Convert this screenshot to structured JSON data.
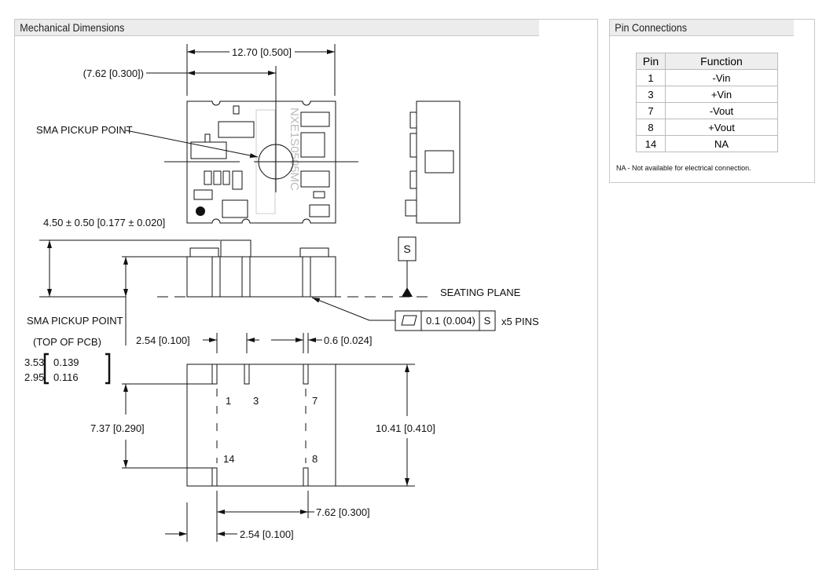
{
  "mechanical": {
    "title": "Mechanical Dimensions",
    "labels": {
      "width": "12.70 [0.500]",
      "pickup_offset": "(7.62 [0.300])",
      "sma_pickup": "SMA PICKUP POINT",
      "height": "4.50 ± 0.50 [0.177 ± 0.020]",
      "datum": "S",
      "seating_plane": "SEATING PLANE",
      "sma_pickup2": "SMA PICKUP POINT",
      "top_of_pcb": "(TOP OF PCB)",
      "tol_value": "0.1 (0.004)",
      "tol_datum": "S",
      "x5_pins": "x5 PINS",
      "pin_pitch_top": "2.54 [0.100]",
      "pin_width": "0.6 [0.024]",
      "pin_len_a": "3.53",
      "pin_len_a_in": "0.139",
      "pin_len_b": "2.95",
      "pin_len_b_in": "0.116",
      "row_spacing": "7.37 [0.290]",
      "length": "10.41 [0.410]",
      "pin_span": "7.62 [0.300]",
      "edge_offset": "2.54 [0.100]",
      "marking": "NXE1S0505MC"
    },
    "pin_numbers": [
      "1",
      "3",
      "7",
      "14",
      "8"
    ]
  },
  "pins": {
    "title": "Pin Connections",
    "headers": [
      "Pin",
      "Function"
    ],
    "rows": [
      [
        "1",
        "-Vin"
      ],
      [
        "3",
        "+Vin"
      ],
      [
        "7",
        "-Vout"
      ],
      [
        "8",
        "+Vout"
      ],
      [
        "14",
        "NA"
      ]
    ],
    "note": "NA - Not available for electrical connection."
  }
}
